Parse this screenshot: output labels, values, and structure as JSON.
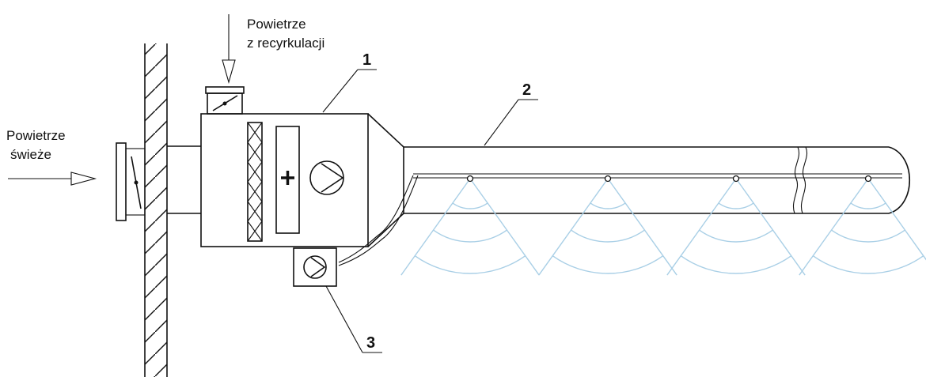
{
  "labels": {
    "fresh_air_line1": "Powietrze",
    "fresh_air_line2": "świeże",
    "recirc_line1": "Powietrze",
    "recirc_line2": "z recyrkulacji"
  },
  "callouts": {
    "unit": "1",
    "duct": "2",
    "pump": "3"
  },
  "colors": {
    "line": "#111111",
    "spray": "#a9cfe6"
  },
  "icons": {
    "heater": "plus-icon",
    "fan": "fan-icon",
    "pump": "pump-icon",
    "damper": "damper-icon"
  }
}
